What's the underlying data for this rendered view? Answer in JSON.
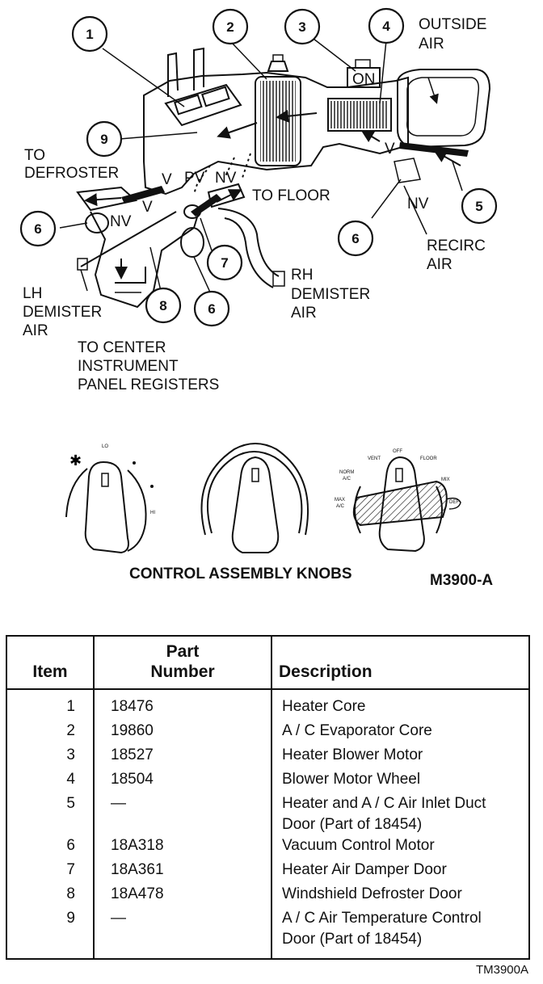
{
  "diagram": {
    "callouts": [
      "1",
      "2",
      "3",
      "4",
      "5",
      "6",
      "6",
      "6",
      "7",
      "8",
      "9"
    ],
    "labels": {
      "outside_air_1": "OUTSIDE",
      "outside_air_2": "AIR",
      "on": "ON",
      "to_defroster_1": "TO",
      "to_defroster_2": "DEFROSTER",
      "to_floor": "TO FLOOR",
      "recirc_1": "RECIRC",
      "recirc_2": "AIR",
      "lh_1": "LH",
      "lh_2": "DEMISTER",
      "lh_3": "AIR",
      "rh_1": "RH",
      "rh_2": "DEMISTER",
      "rh_3": "AIR",
      "center_1": "TO CENTER",
      "center_2": "INSTRUMENT",
      "center_3": "PANEL REGISTERS"
    },
    "port_labels": {
      "v_upper": "V",
      "v_left": "V",
      "v_mid": "V",
      "pv": "PV",
      "nv_top": "NV",
      "nv_left": "NV",
      "nv_right": "NV"
    },
    "knobs": {
      "lo": "LO",
      "hi": "HI",
      "vent": "VENT",
      "off": "OFF",
      "floor": "FLOOR",
      "norm_ac_1": "NORM",
      "norm_ac_2": "A/C",
      "max_ac_1": "MAX",
      "max_ac_2": "A/C",
      "mix": "MIX",
      "defrost": "DEF"
    },
    "caption": "CONTROL ASSEMBLY KNOBS",
    "figure_id": "M3900-A"
  },
  "table": {
    "headers": {
      "item": "Item",
      "part_1": "Part",
      "part_2": "Number",
      "description": "Description"
    },
    "rows": [
      {
        "item": "1",
        "part": "18476",
        "desc_1": "Heater Core",
        "desc_2": ""
      },
      {
        "item": "2",
        "part": "19860",
        "desc_1": "A / C Evaporator Core",
        "desc_2": ""
      },
      {
        "item": "3",
        "part": "18527",
        "desc_1": "Heater Blower Motor",
        "desc_2": ""
      },
      {
        "item": "4",
        "part": "18504",
        "desc_1": "Blower Motor Wheel",
        "desc_2": ""
      },
      {
        "item": "5",
        "part": "—",
        "desc_1": "Heater and A / C Air Inlet Duct",
        "desc_2": "Door (Part of 18454)"
      },
      {
        "item": "6",
        "part": "18A318",
        "desc_1": "Vacuum Control Motor",
        "desc_2": ""
      },
      {
        "item": "7",
        "part": "18A361",
        "desc_1": "Heater Air Damper Door",
        "desc_2": ""
      },
      {
        "item": "8",
        "part": "18A478",
        "desc_1": "Windshield Defroster Door",
        "desc_2": ""
      },
      {
        "item": "9",
        "part": "—",
        "desc_1": "A / C Air Temperature Control",
        "desc_2": "Door (Part of 18454)"
      }
    ]
  },
  "doc_id": "TM3900A"
}
